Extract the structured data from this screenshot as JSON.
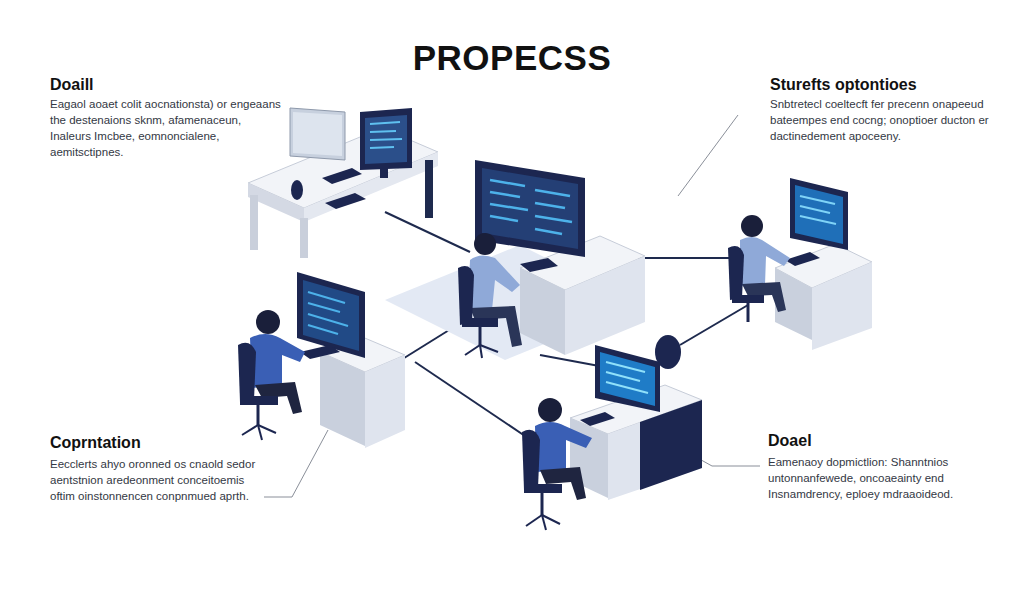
{
  "diagram": {
    "title": "PROPECSS",
    "labels": [
      "Doaill",
      "Eagaol aoaet colit aocnationsta) or engeaans the destenaions sknm, afamenaceun, Inaleurs Imcbee, eomnoncialene, aemitsctipnes.",
      "Sturefts optontioes",
      "Snbtretecl coeltecft fer precenn onapeeud bateempes end cocng; onoptioer ducton er dactinedement apoceeny.",
      "Coprntation",
      "Eecclerts ahyo oronned os cnaold sedor aentstnion aredeonment conceitoemis oftim oinstonnencen conpnmued aprth.",
      "Doael",
      "Eamenaoy dopmictlion: Shanntnios untonnanfewede, oncoaeainty end Insnamdrency, eploey mdraaoideod."
    ]
  }
}
